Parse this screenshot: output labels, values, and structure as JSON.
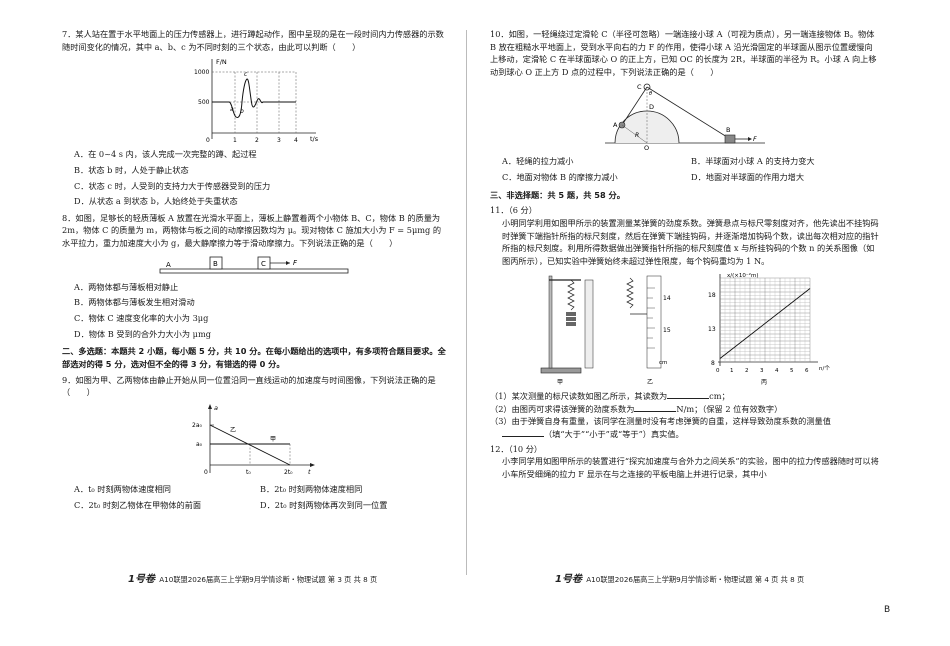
{
  "left": {
    "q7": {
      "stem": "7．某人站在置于水平地面上的压力传感器上，进行蹲起动作，图中呈现的是在一段时间内力传感器的示数随时间变化的情况，其中 a、b、c 为不同时刻的三个状态，由此可以判断（　　）",
      "graph": {
        "ylabel": "F/N",
        "xlabel": "t/s",
        "y1": "1000",
        "y2": "500",
        "x0": "0",
        "x1": "1",
        "x2": "2",
        "x3": "3",
        "x4": "4",
        "pa": "a",
        "pb": "b",
        "pc": "c"
      },
      "options": [
        "A．在 0~4 s 内，该人完成一次完整的蹲、起过程",
        "B．状态 b 时，人处于静止状态",
        "C．状态 c 时，人受到的支持力大于传感器受到的压力",
        "D．从状态 a 到状态 b，人始终处于失重状态"
      ]
    },
    "q8": {
      "stem": "8．如图，足够长的轻质薄板 A 放置在光滑水平面上，薄板上静置着两个小物体 B、C，物体 B 的质量为 2m，物体 C 的质量为 m，两物体与板之间的动摩擦因数均为 μ。现对物体 C 施加大小为 F = 5μmg 的水平拉力，重力加速度大小为 g，最大静摩擦力等于滑动摩擦力。下列说法正确的是（　　）",
      "figure": {
        "a": "A",
        "b": "B",
        "c": "C",
        "f": "F"
      },
      "options": [
        "A．两物体都与薄板相对静止",
        "B．两物体都与薄板发生相对滑动",
        "C．物体 C 速度变化率的大小为 3μg",
        "D．物体 B 受到的合外力大小为 μmg"
      ]
    },
    "section2": "二、多选题：本题共 2 小题，每小题 5 分，共 10 分。在每小题给出的选项中，有多项符合题目要求。全部选对的得 5 分，选对但不全的得 3 分，有错选的得 0 分。",
    "q9": {
      "stem": "9．如图为甲、乙两物体由静止开始从同一位置沿同一直线运动的加速度与时间图像，下列说法正确的是（　　）",
      "graph": {
        "ylabel": "a",
        "xlabel": "t",
        "y2a": "2a₀",
        "ya": "a₀",
        "origin": "0",
        "t1": "t₀",
        "t2": "2t₀",
        "jia": "甲",
        "yi": "乙"
      },
      "options": [
        "A．t₀ 时刻两物体速度相同",
        "B．2t₀ 时刻两物体速度相同",
        "C．2t₀ 时刻乙物体在甲物体的前面",
        "D．2t₀ 时刻两物体再次到同一位置"
      ]
    },
    "footer": "A10联盟2026届高三上学期9月学情诊断・物理试题 第 3 页 共 8 页"
  },
  "right": {
    "q10": {
      "stem": "10．如图，一轻绳绕过定滑轮 C（半径可忽略）一端连接小球 A（可视为质点），另一端连接物体 B。物体 B 放在粗糙水平地面上，受到水平向右的力 F 的作用，使得小球 A 沿光滑固定的半球面从图示位置缓慢向上移动，定滑轮 C 在半球面球心 O 的正上方，已知 OC 的长度为 2R，半球面的半径为 R。小球 A 向上移动到球心 O 正上方 D 点的过程中，下列说法正确的是（　　）",
      "figure": {
        "c": "C",
        "d": "D",
        "a": "A",
        "o": "O",
        "r": "R",
        "b": "B",
        "f": "F",
        "theta": "θ"
      },
      "options": [
        "A．轻绳的拉力减小",
        "B．半球面对小球 A 的支持力变大",
        "C．地面对物体 B 的摩擦力减小",
        "D．地面对半球面的作用力增大"
      ]
    },
    "section3": "三、非选择题：共 5 题，共 58 分。",
    "q11": {
      "head": "11．（6 分）",
      "body": "小明同学利用如图甲所示的装置测量某弹簧的劲度系数。弹簧悬点与标尺零刻度对齐，他先读出不挂钩码时弹簧下端指针所指的标尺刻度，然后在弹簧下端挂钩码，并逐渐增加钩码个数，读出每次相对应的指针所指的标尺刻度。利用所得数据做出弹簧指针所指的标尺刻度值 x 与所挂钩码的个数 n 的关系图像（如图丙所示），已知实验中弹簧始终未超过弹性限度，每个钩码重均为 1 N。",
      "fig_labels": {
        "jia": "甲",
        "yi": "乙",
        "bing": "丙",
        "s14": "14",
        "s15": "15",
        "cm": "cm",
        "ylabel": "x/(×10⁻²m)",
        "xlabel": "n/个",
        "y18": "18",
        "y13": "13",
        "y8": "8",
        "o": "0",
        "x1": "1",
        "x2": "2",
        "x3": "3",
        "x4": "4",
        "x5": "5",
        "x6": "6"
      },
      "sub1a": "（1）某次测量的标尺读数如图乙所示，其读数为",
      "sub1b": "cm；",
      "sub2a": "（2）由图丙可求得该弹簧的劲度系数为",
      "sub2b": "N/m；（保留 2 位有效数字）",
      "sub3": "（3）由于弹簧自身有重量，该同学在测量时没有考虑弹簧的自重，这样导致劲度系数的测量值",
      "sub3b": "（填“大于”“小于”或“等于”）真实值。"
    },
    "q12": {
      "head": "12．（10 分）",
      "body": "小李同学用如图甲所示的装置进行“探究加速度与合外力之间关系”的实验，图中的拉力传感器随时可以将小车所受细绳的拉力 F 显示在与之连接的平板电脑上并进行记录，其中小"
    },
    "footer": "A10联盟2026届高三上学期9月学情诊断・物理试题 第 4 页 共 8 页"
  },
  "logo": "1号卷",
  "corner": "B",
  "chart_data": {
    "type": "line",
    "title": "",
    "xlabel": "n/个",
    "ylabel": "x/(×10⁻²m)",
    "xlim": [
      0,
      6
    ],
    "ylim": [
      8,
      20
    ],
    "series": [
      {
        "x": [
          0,
          6
        ],
        "y": [
          8.5,
          18.5
        ]
      }
    ],
    "grid": true
  }
}
